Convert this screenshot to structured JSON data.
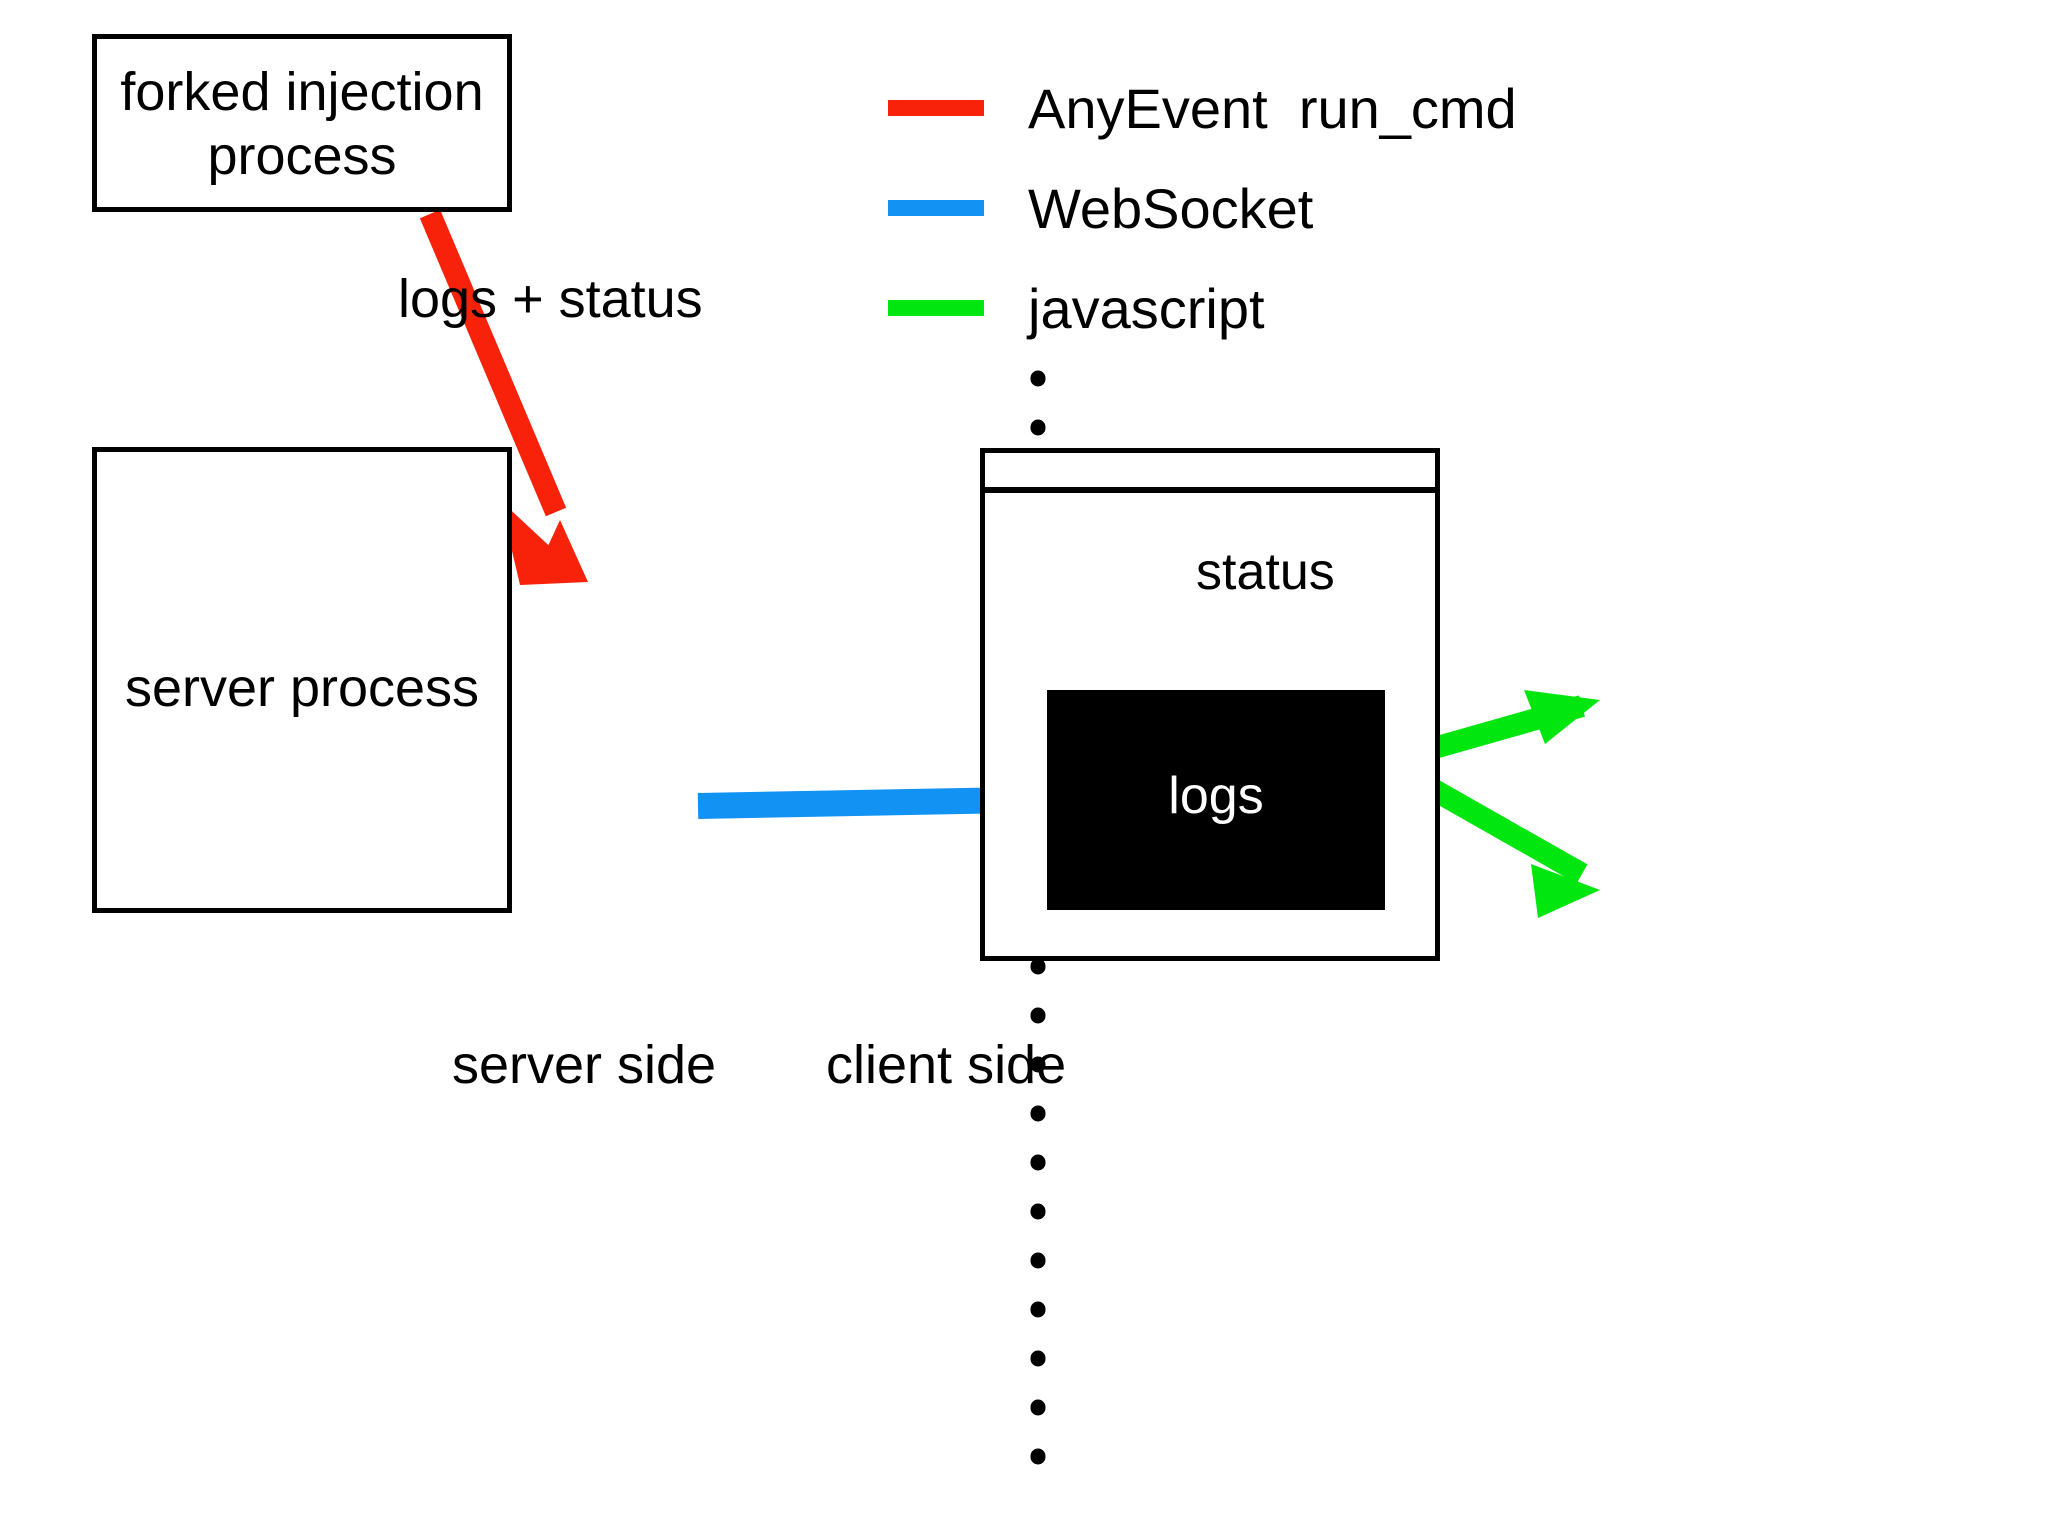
{
  "diagram": {
    "title": "forked injection process / server process / browser client architecture",
    "nodes": {
      "forked_process": {
        "label": "forked injection\nprocess"
      },
      "server_process": {
        "label": "server process"
      },
      "browser_window": {
        "status_label": "status",
        "console_label": "logs"
      }
    },
    "edges": {
      "logs_status": {
        "label": "logs + status",
        "color": "#f72209"
      },
      "websocket": {
        "label": "",
        "color": "#1293f3"
      },
      "javascript": {
        "label": "",
        "color": "#00e60e"
      }
    },
    "divider": {
      "left_label": "server side",
      "right_label": "client side",
      "color": "#000000"
    }
  },
  "legend": {
    "items": [
      {
        "color": "#f72209",
        "label": "AnyEvent  run_cmd"
      },
      {
        "color": "#1293f3",
        "label": "WebSocket"
      },
      {
        "color": "#00e60e",
        "label": "javascript"
      }
    ]
  },
  "colors": {
    "red": "#f72209",
    "blue": "#1293f3",
    "green": "#00e60e",
    "black": "#000000",
    "white": "#ffffff"
  }
}
